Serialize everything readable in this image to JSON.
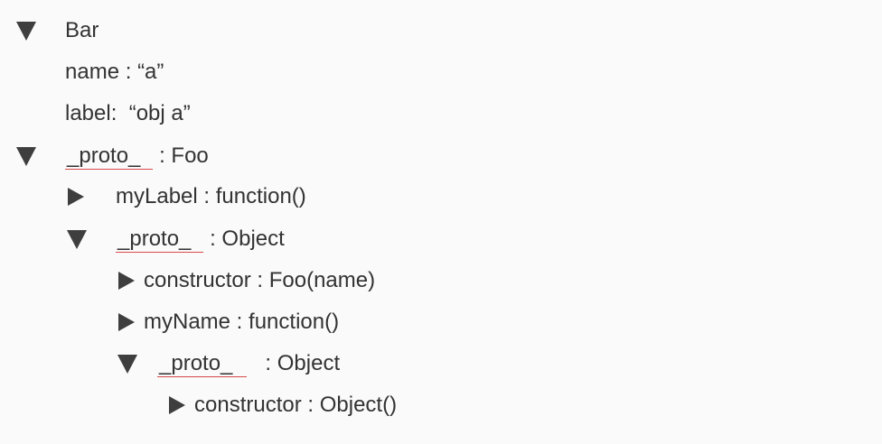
{
  "tree": {
    "rows": [
      {
        "name": "Bar",
        "label": "Bar"
      },
      {
        "prop": "name",
        "sep": " : ",
        "value": "“a”"
      },
      {
        "prop": "label:",
        "sep": "  ",
        "value": "“obj a”"
      },
      {
        "prop": "_proto_",
        "sep": " : ",
        "value": "Foo"
      },
      {
        "prop": "myLabel",
        "sep": " : ",
        "value": "function()"
      },
      {
        "prop": "_proto_",
        "sep": " : ",
        "value": "Object"
      },
      {
        "prop": "constructor",
        "sep": " : ",
        "value": "Foo(name)"
      },
      {
        "prop": "myName",
        "sep": " : ",
        "value": "function()"
      },
      {
        "prop": "_proto_",
        "sep": "   : ",
        "value": "Object"
      },
      {
        "prop": "constructor",
        "sep": " : ",
        "value": "Object()"
      }
    ]
  },
  "colors": {
    "background": "#fafafa",
    "text": "#333333",
    "toggle": "#3e3e3e",
    "spellcheck_underline": "#d94a4a"
  },
  "icons": {
    "expanded": "triangle-down-icon",
    "collapsed": "triangle-right-icon"
  }
}
